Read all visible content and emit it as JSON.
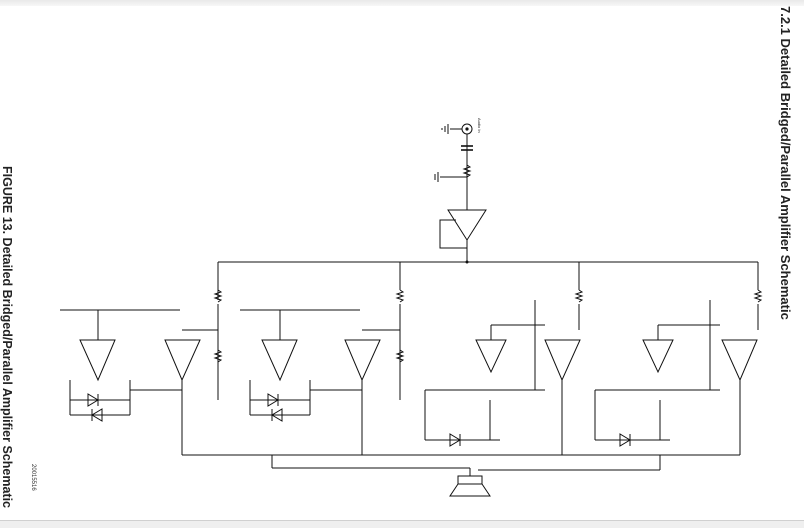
{
  "page": {
    "section_title": "7.2.1 Detailed Bridged/Parallel Amplifier Schematic",
    "figure_caption": "FIGURE 13. Detailed Bridged/Parallel Amplifier Schematic",
    "figure_code": "20015516"
  },
  "schematic": {
    "input_label": "Audio In"
  }
}
